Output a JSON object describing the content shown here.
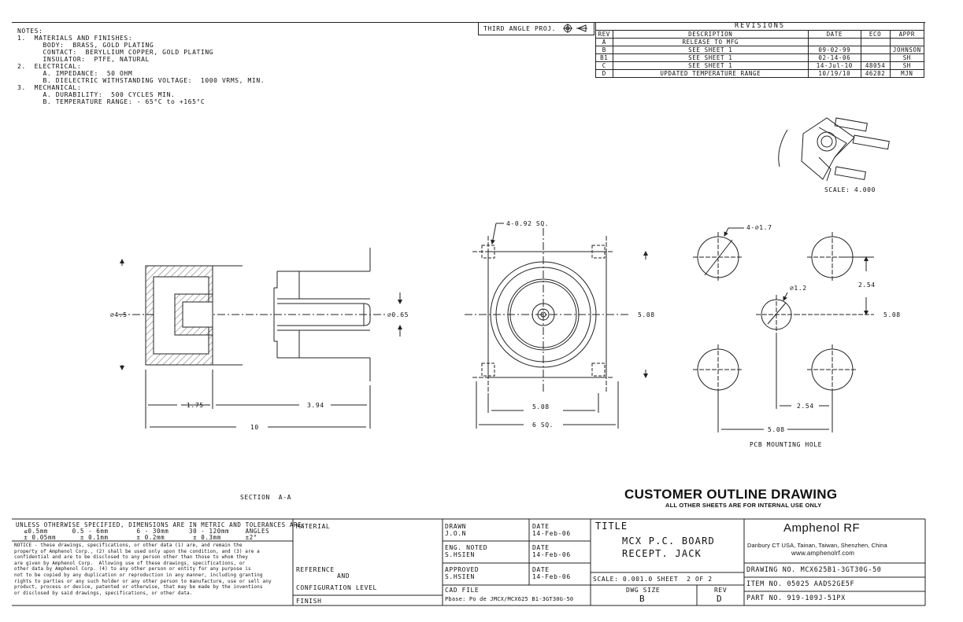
{
  "notes": {
    "header": "NOTES:",
    "lines": [
      "1.  MATERIALS AND FINISHES:",
      "      BODY:  BRASS, GOLD PLATING",
      "      CONTACT:  BERYLLIUM COPPER, GOLD PLATING",
      "      INSULATOR:  PTFE, NATURAL",
      "2.  ELECTRICAL:",
      "      A. IMPEDANCE:  50 OHM",
      "      B. DIELECTRIC WITHSTANDING VOLTAGE:  1000 VRMS, MIN.",
      "3.  MECHANICAL:",
      "      A. DURABILITY:  500 CYCLES MIN.",
      "      B. TEMPERATURE RANGE: - 65°C to +165°C"
    ]
  },
  "projection_label": "THIRD ANGLE PROJ.",
  "revisions": {
    "title": "REVISIONS",
    "headers": [
      "REV",
      "DESCRIPTION",
      "DATE",
      "ECO",
      "APPR"
    ],
    "rows": [
      [
        "A",
        "RELEASE TO MFG",
        "",
        "",
        ""
      ],
      [
        "B",
        "SEE SHEET 1",
        "09-02-99",
        "",
        "JOHNSON"
      ],
      [
        "B1",
        "SEE SHEET 1",
        "02-14-06",
        "",
        "SH"
      ],
      [
        "C",
        "SEE SHEET 1",
        "14-Jul-10",
        "48054",
        "SH"
      ],
      [
        "D",
        "UPDATED TEMPERATURE RANGE",
        "10/19/10",
        "46282",
        "MJN"
      ]
    ]
  },
  "drawing_labels": {
    "scale_detail": "SCALE: 4.000",
    "dia_body": "⌀4.5",
    "dia_pin": "⌀0.65",
    "dim_175": "1.75",
    "dim_394": "3.94",
    "dim_10": "10",
    "sq_note": "4-0.92 SQ.",
    "dim_508_a": "5.08",
    "dim_508_b": "5.08",
    "sq_6": "6 SQ.",
    "holes_note": "4-⌀1.7",
    "center_hole": "⌀1.2",
    "dim_254_v": "2.54",
    "dim_508_c": "5.08",
    "dim_254_h": "2.54",
    "dim_508_d": "5.08",
    "pcb_label": "PCB MOUNTING HOLE",
    "section_label": "SECTION  A-A"
  },
  "banner": {
    "title": "CUSTOMER OUTLINE DRAWING",
    "subtitle": "ALL OTHER SHEETS ARE FOR INTERNAL USE ONLY"
  },
  "title_block": {
    "tolerance_header": "UNLESS OTHERWISE SPECIFIED, DIMENSIONS ARE IN METRIC AND TOLERANCES ARE:",
    "tol_ranges": "  ≤0.5mm      0.5 - 6mm       6 - 30mm     30 - 120mm    ANGLES",
    "tol_values": "  ± 0.05mm      ± 0.1mm       ± 0.2mm       ± 0.3mm      ±2°",
    "notice": "NOTICE - these drawings, specifications, or other data (1) are, and remain the\nproperty of Amphenol Corp., (2) shall be used only upon the condition, and (3) are a\nconfidential and are to be disclosed to any person other than those to whom they\nare given by Amphenol Corp.  Allowing use of these drawings, specifications, or\nother data by Amphenol Corp. (4) to any other person or entity for any purpose is\nnot to be copied by any duplication or reproduction in any manner, including granting\nrights to parties or any such holder or any other person to manufacture, use or sell any\nproduct, process or device, patented or otherwise, that may be made by the inventions\nor disclosed by said drawings, specifications, or other data.",
    "material_label": "MATERIAL",
    "reference_label": "REFERENCE",
    "and_label": "AND",
    "config_label": "CONFIGURATION LEVEL",
    "finish_label": "FINISH",
    "drawn_label": "DRAWN",
    "drawn_by": "J.O.N",
    "drawn_date_label": "DATE",
    "drawn_date": "14-Feb-06",
    "eng_label": "ENG. NOTED",
    "eng_by": "S.HSIEN",
    "eng_date_label": "DATE",
    "eng_date": "14-Feb-06",
    "approved_label": "APPROVED",
    "approved_by": "S.HSIEN",
    "approved_date_label": "DATE",
    "approved_date": "14-Feb-06",
    "cad_label": "CAD FILE",
    "cad_file": "Pbase: Po de JMCX/MCX625 B1-3GT30G-50",
    "title_label": "TITLE",
    "title_line1": "MCX P.C. BOARD",
    "title_line2": "RECEPT. JACK",
    "scale_text": "SCALE: 0.001.0 SHEET  2 OF 2",
    "dwg_size_label": "DWG SIZE",
    "dwg_size": "B",
    "rev_label": "REV",
    "rev": "D",
    "company": "Amphenol RF",
    "locations": "Danbury CT USA, Tainan, Taiwan, Shenzhen, China",
    "website": "www.amphenolrf.com",
    "dwg_no": "DRAWING NO. MCX625B1-3GT30G-50",
    "item_no": "ITEM NO. 05025 AADS2GE5F",
    "part_no": "PART NO. 919-109J-51PX"
  }
}
